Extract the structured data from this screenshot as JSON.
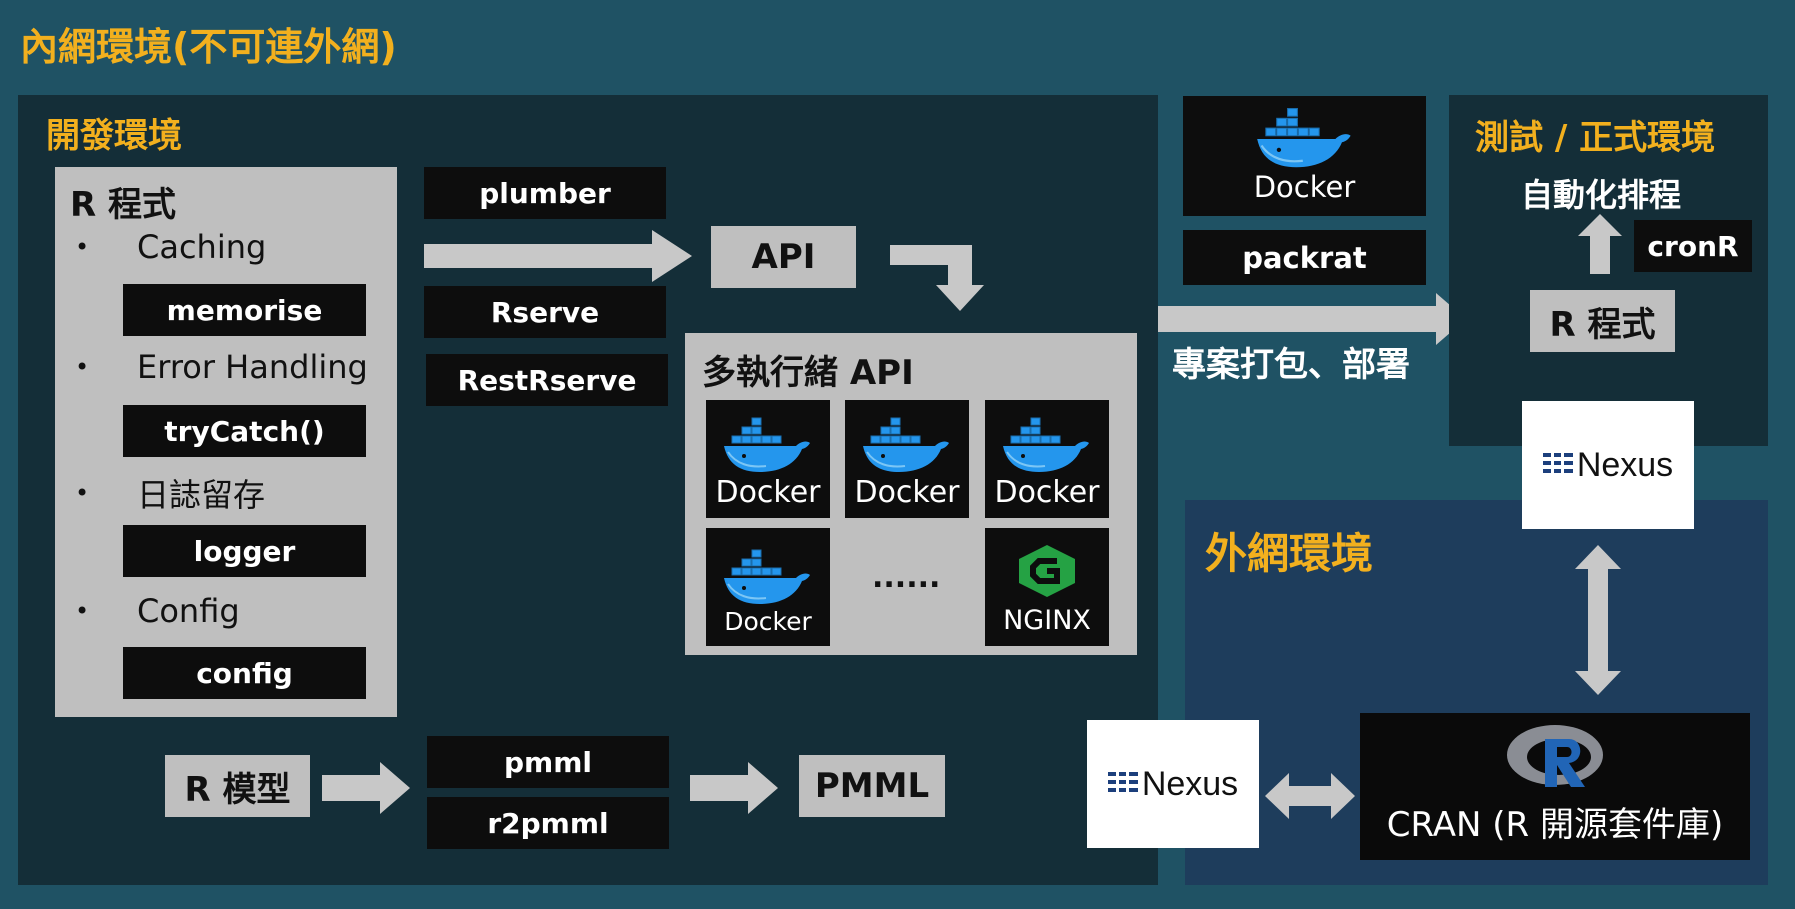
{
  "main_title": "內網環境(不可連外網)",
  "dev": {
    "title": "開發環境",
    "r_program": {
      "title": "R 程式",
      "items": [
        {
          "label": "Caching",
          "package": "memorise"
        },
        {
          "label": "Error Handling",
          "package": "tryCatch()"
        },
        {
          "label": "日誌留存",
          "package": "logger"
        },
        {
          "label": "Config",
          "package": "config"
        }
      ]
    },
    "api_packages": [
      "plumber",
      "Rserve",
      "RestRserve"
    ],
    "api_label": "API",
    "multi_api": {
      "title": "多執行緒 API",
      "containers": [
        "Docker",
        "Docker",
        "Docker",
        "Docker"
      ],
      "ellipsis": "......",
      "nginx": "NGINX"
    },
    "model": {
      "label": "R 模型",
      "packages": [
        "pmml",
        "r2pmml"
      ],
      "output": "PMML"
    }
  },
  "deploy": {
    "docker": "Docker",
    "packrat": "packrat",
    "label": "專案打包、部署"
  },
  "prod": {
    "title": "測試 / 正式環境",
    "schedule": "自動化排程",
    "cronR": "cronR",
    "r_program": "R 程式",
    "nexus": "Nexus"
  },
  "external": {
    "title": "外網環境",
    "nexus": "Nexus",
    "cran": "CRAN (R 開源套件庫)"
  },
  "colors": {
    "background": "#1f5264",
    "dark_panel": "#142e38",
    "blue_panel": "#1e3d5c",
    "title_yellow": "#f2b01e",
    "docker_blue": "#2496ed",
    "nginx_green": "#25a244",
    "r_blue": "#2165b6"
  },
  "icons": [
    "docker-icon",
    "nginx-icon",
    "nexus-icon",
    "r-logo-icon"
  ]
}
